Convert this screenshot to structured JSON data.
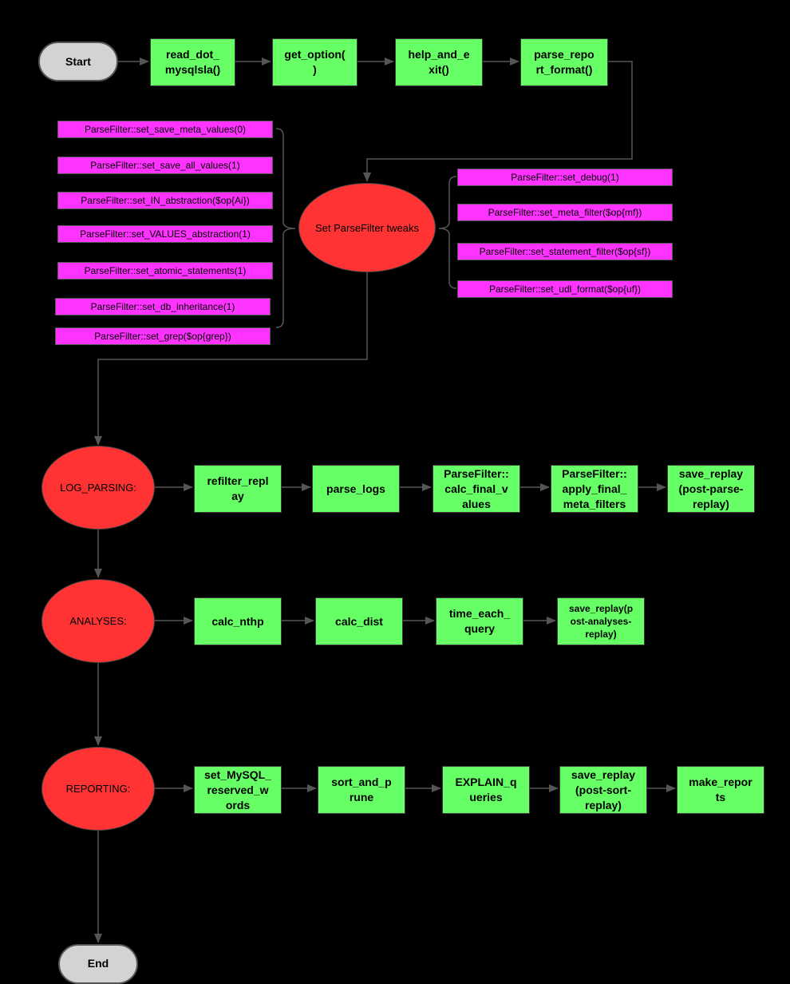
{
  "start": "Start",
  "end": "End",
  "top_chain": [
    "read_dot_\nmysqlsla()",
    "get_option(\n)",
    "help_and_e\nxit()",
    "parse_repo\nrt_format()"
  ],
  "tweaks": {
    "center": "Set ParseFilter tweaks",
    "left": [
      "ParseFilter::set_save_meta_values(0)",
      "ParseFilter::set_save_all_values(1)",
      "ParseFilter::set_IN_abstraction($op{Ai})",
      "ParseFilter::set_VALUES_abstraction(1)",
      "ParseFilter::set_atomic_statements(1)",
      "ParseFilter::set_db_inheritance(1)",
      "ParseFilter::set_grep($op{grep})"
    ],
    "right": [
      "ParseFilter::set_debug(1)",
      "ParseFilter::set_meta_filter($op{mf})",
      "ParseFilter::set_statement_filter($op{sf})",
      "ParseFilter::set_udl_format($op{uf})"
    ]
  },
  "phases": [
    {
      "label": "LOG_PARSING:",
      "steps": [
        "refilter_repl\nay",
        "parse_logs",
        "ParseFilter::\ncalc_final_v\nalues",
        "ParseFilter::\napply_final_\nmeta_filters",
        "save_replay\n(post-parse-\nreplay)"
      ]
    },
    {
      "label": "ANALYSES:",
      "steps": [
        "calc_nthp",
        "calc_dist",
        "time_each_\nquery",
        "save_replay(p\nost-analyses-\nreplay)"
      ]
    },
    {
      "label": "REPORTING:",
      "steps": [
        "set_MySQL_\nreserved_w\nords",
        "sort_and_p\nrune",
        "EXPLAIN_q\nueries",
        "save_replay\n(post-sort-\nreplay)",
        "make_repor\nts"
      ]
    }
  ],
  "colors": {
    "process": "#66ff66",
    "tweak": "#ff33ff",
    "phase": "#ff3333",
    "terminal": "#d3d3d3",
    "edge": "#555555"
  }
}
